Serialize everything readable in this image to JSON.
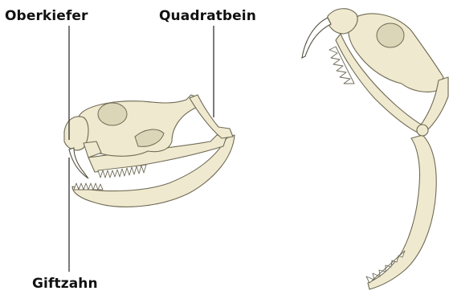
{
  "labels": {
    "maxilla": "Oberkiefer",
    "quadrate": "Quadratbein",
    "fang": "Giftzahn"
  },
  "colors": {
    "bone": "#efe9cf",
    "outline": "#6f6a55",
    "text": "#111111",
    "leader": "#222222"
  }
}
